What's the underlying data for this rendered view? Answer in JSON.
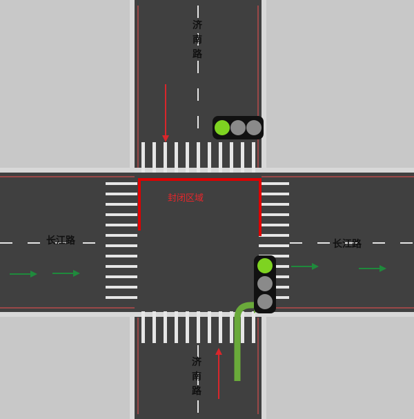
{
  "roads": {
    "north_label": "济南路",
    "south_label": "济南路",
    "west_label": "长江路",
    "east_label": "长江路"
  },
  "zone": {
    "label": "封闭区域"
  },
  "signals": {
    "north_light": {
      "orientation": "horizontal",
      "lit_lamp": 0,
      "lamp_count": 3
    },
    "south_light": {
      "orientation": "vertical",
      "lit_lamp": 0,
      "lamp_count": 3
    }
  },
  "colors": {
    "road": "#404040",
    "background": "#c8c8c8",
    "marking": "#e6e6e6",
    "red_arrow": "#d9262b",
    "green_arrow": "#1f8a3c",
    "turn_arrow": "#6aaa3a",
    "lamp_on": "#7ed321",
    "lamp_off": "#8a8a8a",
    "zone": "#e00000"
  }
}
